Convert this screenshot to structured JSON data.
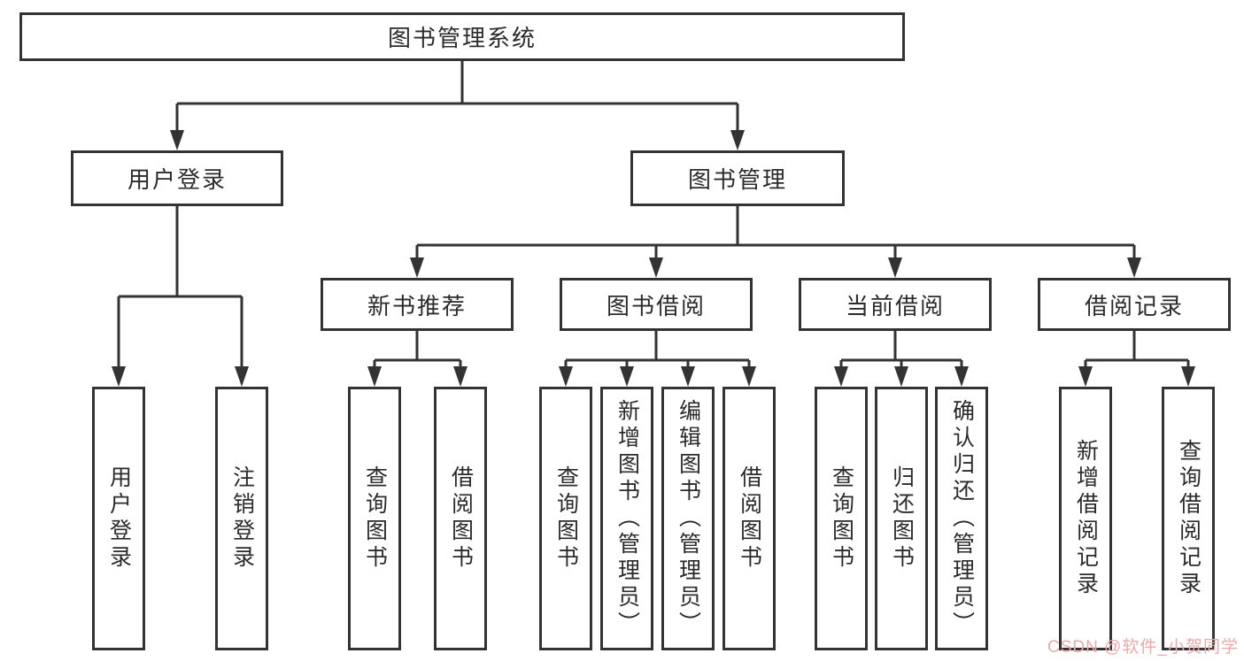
{
  "diagram": {
    "root_label": "图书管理系统",
    "level2": [
      {
        "label": "用户登录"
      },
      {
        "label": "图书管理"
      }
    ],
    "level3": [
      {
        "label": "新书推荐"
      },
      {
        "label": "图书借阅"
      },
      {
        "label": "当前借阅"
      },
      {
        "label": "借阅记录"
      }
    ],
    "leaves": {
      "user_login": [
        "用户登录",
        "注销登录"
      ],
      "new_book": [
        "查询图书",
        "借阅图书"
      ],
      "book_borrow": [
        "查询图书",
        "新增图书（管理员）",
        "编辑图书（管理员）",
        "借阅图书"
      ],
      "current_borrow": [
        "查询图书",
        "归还图书",
        "确认归还（管理员）"
      ],
      "borrow_records": [
        "新增借阅记录",
        "查询借阅记录"
      ]
    }
  },
  "watermark": {
    "text": "CSDN @软件_小贺同学",
    "color": "#eca9a9"
  },
  "colors": {
    "line": "#333333",
    "text": "#2b2b2b",
    "background": "#ffffff"
  }
}
